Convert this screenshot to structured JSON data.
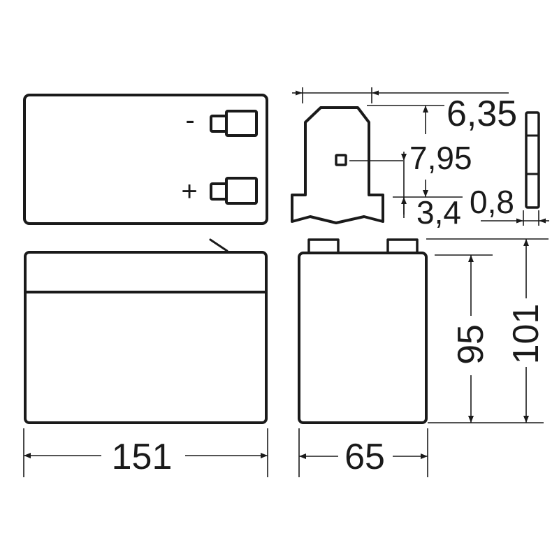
{
  "drawing": {
    "subject": "battery dimension drawing",
    "units": "mm",
    "stroke_color": "#1a1a1a",
    "background": "#ffffff"
  },
  "top_view": {
    "terminal_labels": {
      "negative": "-",
      "positive": "+"
    }
  },
  "dimensions": {
    "length": "151",
    "width": "65",
    "case_height": "95",
    "total_height": "101",
    "terminal_width": "6,35",
    "hole_height": "7,95",
    "hole_offset": "3,4",
    "terminal_thickness": "0,8"
  }
}
